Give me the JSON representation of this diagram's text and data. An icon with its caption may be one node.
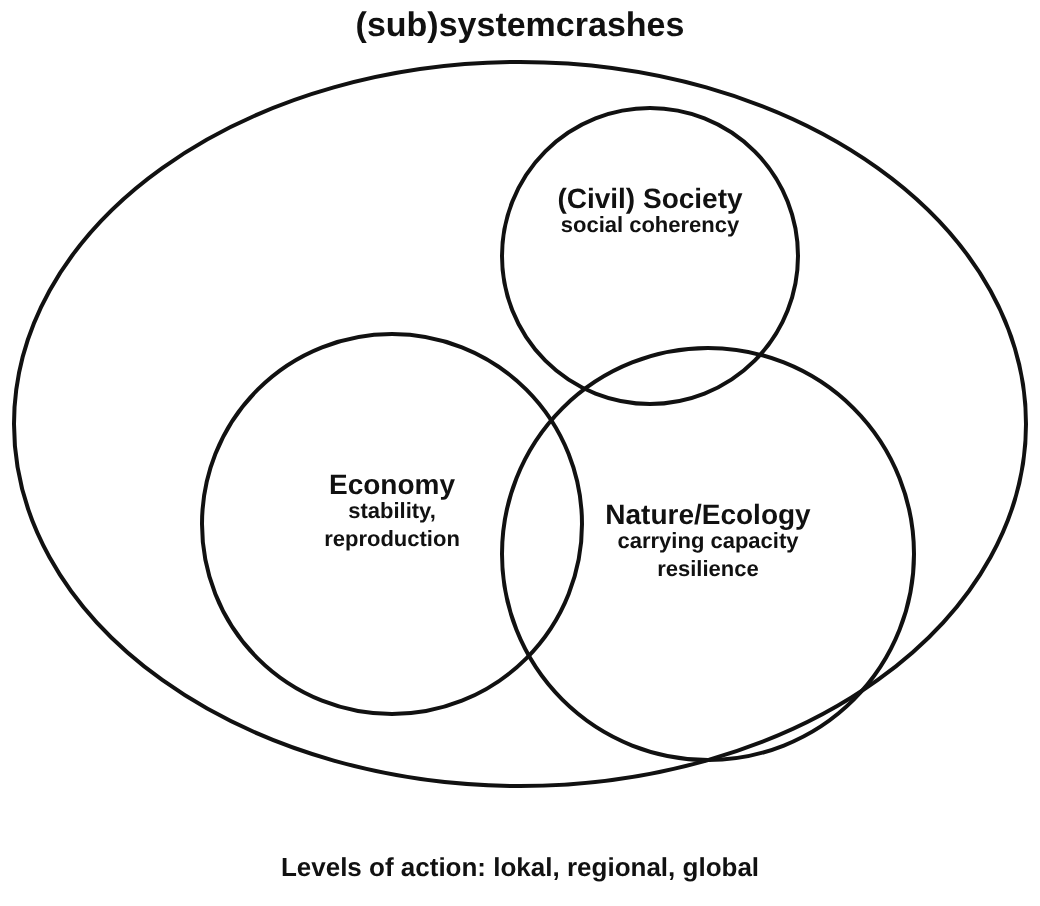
{
  "diagram": {
    "nodes": [
      {
        "text": [
          "(sub)systemcrashes"
        ]
      },
      {
        "text": [
          "(Civil) Society",
          "social coherency"
        ],
        "in": 0
      },
      {
        "text": [
          "Economy",
          "stability, reproduction"
        ],
        "in": 0
      },
      {
        "text": [
          "Nature/Ecology",
          "carrying capacity resilience"
        ],
        "in": 0
      }
    ],
    "labels": [
      "Levels of action: lokal, regional, global"
    ]
  }
}
